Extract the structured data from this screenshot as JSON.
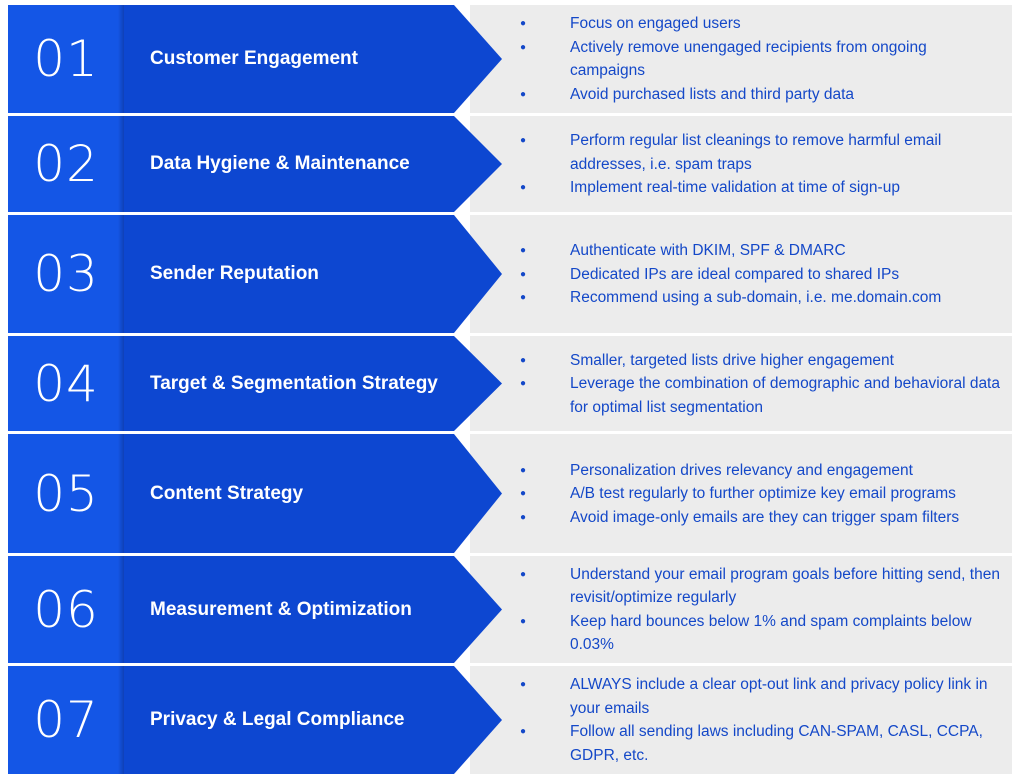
{
  "colors": {
    "number_box": "#1456e6",
    "arrow": "#0d47d1",
    "panel": "#ececec",
    "bullet_text": "#1448c8"
  },
  "rows": [
    {
      "number": "01",
      "title": "Customer Engagement",
      "bullets": [
        "Focus on engaged users",
        "Actively remove unengaged recipients from ongoing campaigns",
        "Avoid purchased lists and third party data"
      ]
    },
    {
      "number": "02",
      "title": "Data Hygiene & Maintenance",
      "bullets": [
        "Perform regular list cleanings to remove harmful email addresses, i.e. spam traps",
        "Implement real-time validation at time of sign-up"
      ]
    },
    {
      "number": "03",
      "title": "Sender Reputation",
      "bullets": [
        "Authenticate with DKIM, SPF & DMARC",
        "Dedicated IPs are ideal compared to shared IPs",
        "Recommend using a sub-domain, i.e. me.domain.com"
      ]
    },
    {
      "number": "04",
      "title": "Target & Segmentation Strategy",
      "bullets": [
        "Smaller, targeted lists drive higher engagement",
        "Leverage the combination of demographic and behavioral data for optimal list segmentation"
      ]
    },
    {
      "number": "05",
      "title": "Content Strategy",
      "bullets": [
        "Personalization drives relevancy and engagement",
        "A/B test regularly to further optimize key email programs",
        "Avoid image-only emails are they can trigger spam filters"
      ]
    },
    {
      "number": "06",
      "title": "Measurement & Optimization",
      "bullets": [
        "Understand your email program goals before hitting send, then revisit/optimize regularly",
        "Keep hard bounces below 1% and spam complaints below 0.03%"
      ]
    },
    {
      "number": "07",
      "title": "Privacy & Legal Compliance",
      "bullets": [
        "ALWAYS include a clear opt-out link and privacy policy link in your emails",
        "Follow all sending laws including CAN-SPAM, CASL, CCPA, GDPR, etc."
      ]
    }
  ]
}
